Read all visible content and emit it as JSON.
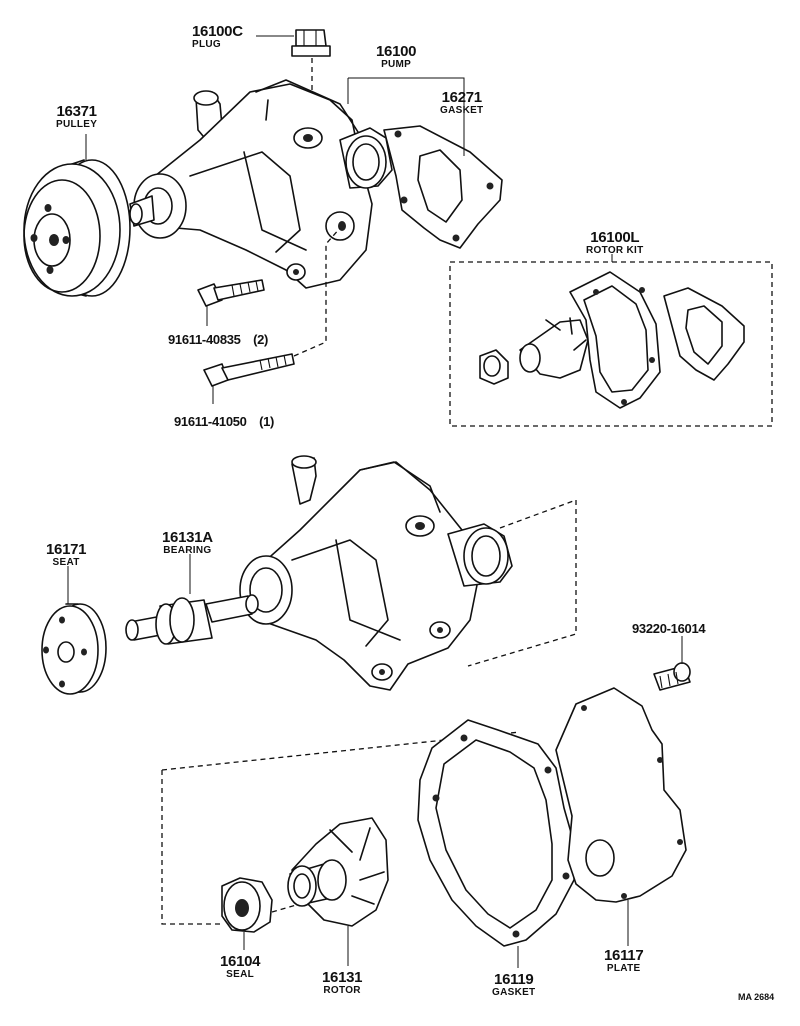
{
  "parts": {
    "plug": {
      "number": "16100C",
      "name": "PLUG"
    },
    "pump": {
      "number": "16100",
      "name": "PUMP"
    },
    "pulley": {
      "number": "16371",
      "name": "PULLEY"
    },
    "pump_gasket": {
      "number": "16271",
      "name": "GASKET"
    },
    "rotor_kit": {
      "number": "16100L",
      "name": "ROTOR KIT"
    },
    "bolt_short": {
      "number": "91611-40835",
      "qty": "(2)"
    },
    "bolt_long": {
      "number": "91611-41050",
      "qty": "(1)"
    },
    "seat": {
      "number": "16171",
      "name": "SEAT"
    },
    "bearing": {
      "number": "16131A",
      "name": "BEARING"
    },
    "screw": {
      "number": "93220-16014"
    },
    "seal": {
      "number": "16104",
      "name": "SEAL"
    },
    "rotor": {
      "number": "16131",
      "name": "ROTOR"
    },
    "plate_gasket": {
      "number": "16119",
      "name": "GASKET"
    },
    "plate": {
      "number": "16117",
      "name": "PLATE"
    }
  },
  "drawing_code": "MA 2684"
}
